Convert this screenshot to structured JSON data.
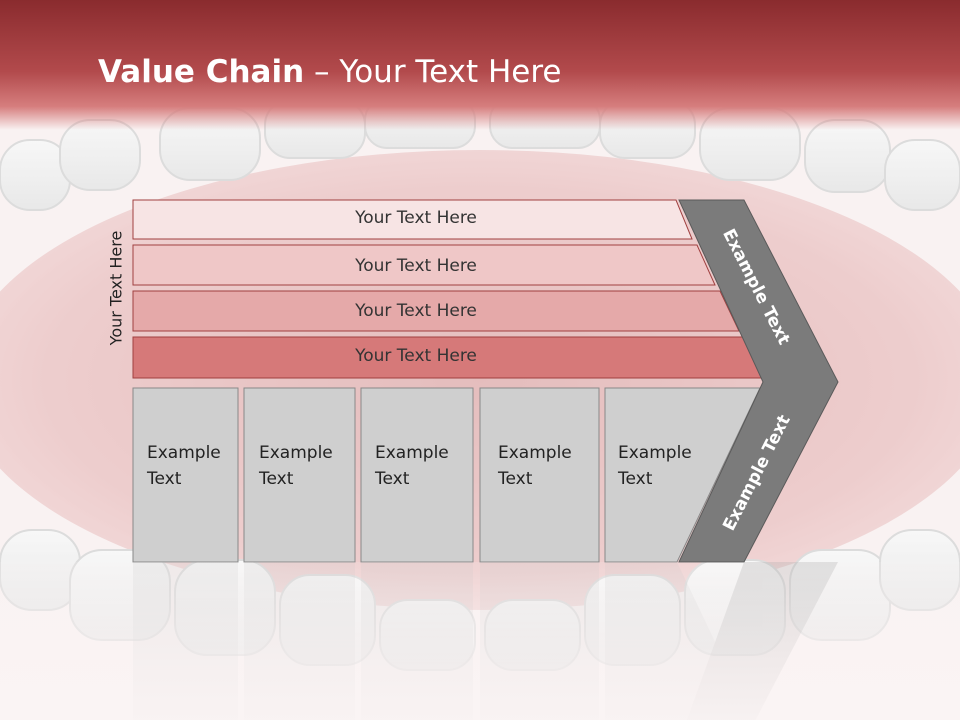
{
  "slide": {
    "title_bold": "Value Chain",
    "title_rest": " – Your Text Here",
    "side_label": "Your Text Here",
    "bars": [
      {
        "label": "Your Text Here"
      },
      {
        "label": "Your Text Here"
      },
      {
        "label": "Your Text Here"
      },
      {
        "label": "Your Text Here"
      }
    ],
    "boxes": [
      {
        "line1": "Example",
        "line2": "Text"
      },
      {
        "line1": "Example",
        "line2": "Text"
      },
      {
        "line1": "Example",
        "line2": "Text"
      },
      {
        "line1": "Example",
        "line2": "Text"
      },
      {
        "line1": "Example",
        "line2": "Text"
      }
    ],
    "chevron_upper_text": "Example Text",
    "chevron_lower_text": "Example Text"
  },
  "colors": {
    "title_bar": "#a03a3c",
    "bar_1": "#f7e4e4",
    "bar_2": "#efc7c7",
    "bar_3": "#e5a9a9",
    "bar_4": "#d67979",
    "box_fill": "#cfcfcf",
    "chevron": "#7b7b7b"
  }
}
